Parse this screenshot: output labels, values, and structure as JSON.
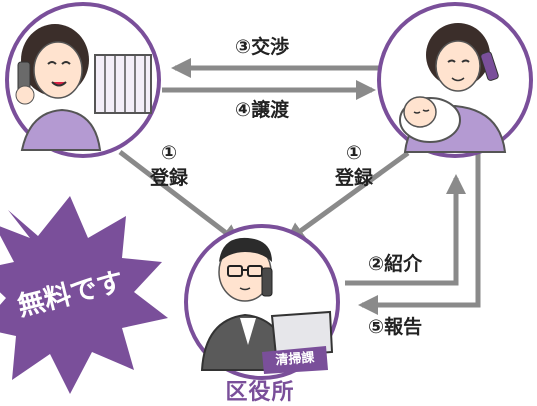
{
  "steps": {
    "negotiation": "③交渉",
    "transfer": "④譲渡",
    "register_left_num": "①",
    "register_left": "登録",
    "register_right_num": "①",
    "register_right": "登録",
    "introduction": "②紹介",
    "report": "⑤報告"
  },
  "office_label": "区役所",
  "burst_text": "無料です",
  "badge_text": "清掃課",
  "colors": {
    "purple": "#7a4f9a",
    "arrow": "#8a8a8a",
    "skin": "#ffe3cf"
  }
}
